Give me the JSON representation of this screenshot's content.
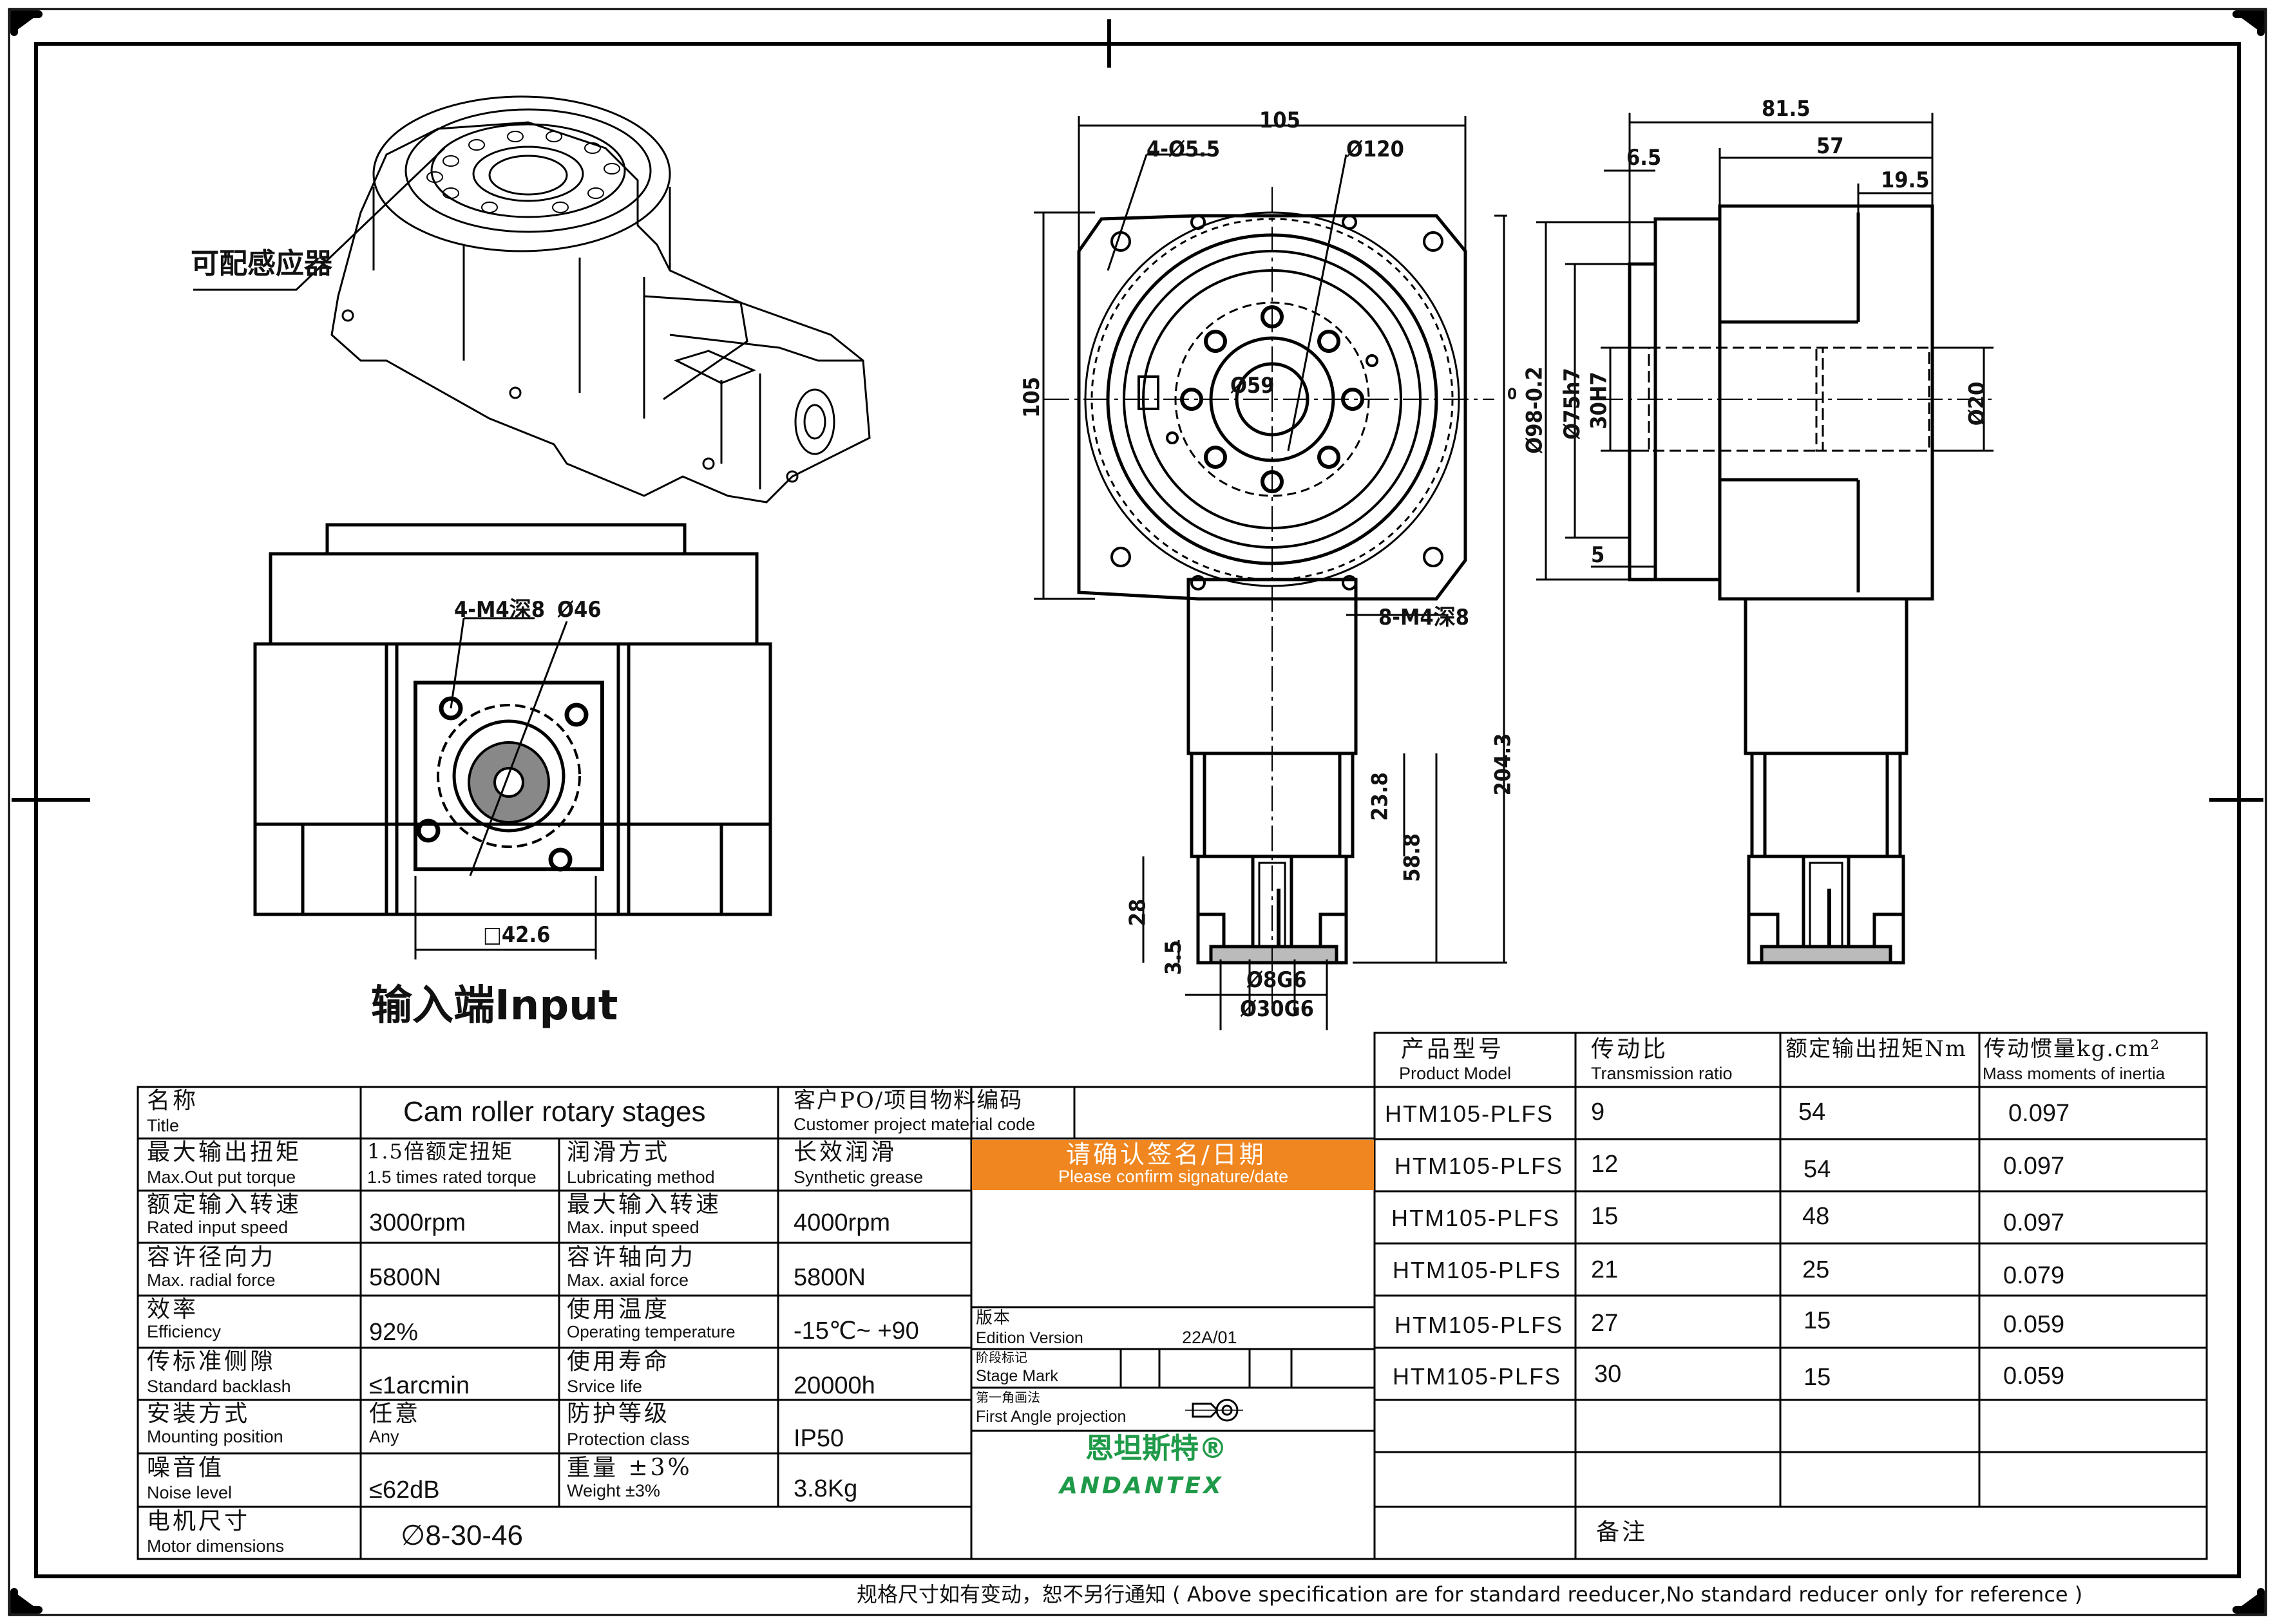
{
  "drawing": {
    "callout_sensor": "可配感应器",
    "input_caption": "输入端Input",
    "dims": {
      "d105_top": "105",
      "d4_5_5": "4-Ø5.5",
      "d120": "Ø120",
      "d105_left": "105",
      "d59": "Ø59",
      "d98": "Ø98-0.2",
      "d98_tol": "0",
      "d75": "Ø75h7",
      "d30h7": "30H7",
      "d81_5": "81.5",
      "d6_5": "6.5",
      "d57": "57",
      "d19_5": "19.5",
      "d20": "Ø20",
      "d5": "5",
      "d8m4": "8-M4深8",
      "d204_3": "204.3",
      "d23_8": "23.8",
      "d58_8": "58.8",
      "d28": "28",
      "d3_5": "3.5",
      "d8g6": "Ø8G6",
      "d30g6": "Ø30G6",
      "d4m4": "4-M4深8",
      "d46": "Ø46",
      "d42_6": "□42.6"
    }
  },
  "spec": {
    "title": {
      "zh": "名称",
      "en": "Title",
      "value": "Cam roller rotary stages"
    },
    "customer": {
      "zh": "客户PO/项目物料编码",
      "en": "Customer project material code"
    },
    "torque": {
      "zh": "最大输出扭矩",
      "en": "Max.Out put torque",
      "value_zh": "1.5倍额定扭矩",
      "value_en": "1.5 times rated torque"
    },
    "lubrication": {
      "zh": "润滑方式",
      "en": "Lubricating method",
      "value_zh": "长效润滑",
      "value_en": "Synthetic grease"
    },
    "confirm": {
      "zh": "请确认签名/日期",
      "en": "Please confirm signature/date",
      "color": "#f0861f"
    },
    "rated_speed": {
      "zh": "额定输入转速",
      "en": "Rated input speed",
      "value": "3000rpm"
    },
    "max_speed": {
      "zh": "最大输入转速",
      "en": "Max. input speed",
      "value": "4000rpm"
    },
    "radial": {
      "zh": "容许径向力",
      "en": "Max. radial force",
      "value": "5800N"
    },
    "axial": {
      "zh": "容许轴向力",
      "en": "Max. axial force",
      "value": "5800N"
    },
    "efficiency": {
      "zh": "效率",
      "en": "Efficiency",
      "value": "92%"
    },
    "temperature": {
      "zh": "使用温度",
      "en": "Operating temperature",
      "value": "-15℃~ +90"
    },
    "backlash": {
      "zh": "传标准侧隙",
      "en": "Standard backlash",
      "value": "≤1arcmin"
    },
    "life": {
      "zh": "使用寿命",
      "en": "Srvice life",
      "value": "20000h"
    },
    "mounting": {
      "zh": "安装方式",
      "en": "Mounting position",
      "value_zh": "任意",
      "value_en": "Any"
    },
    "protection": {
      "zh": "防护等级",
      "en": "Protection class",
      "value": "IP50"
    },
    "noise": {
      "zh": "噪音值",
      "en": "Noise level",
      "value": "≤62dB"
    },
    "weight": {
      "zh": "重量 ±3%",
      "en": "Weight ±3%",
      "value": "3.8Kg"
    },
    "motor": {
      "zh": "电机尺寸",
      "en": "Motor dimensions",
      "value": "∅8-30-46"
    },
    "edition": {
      "zh": "版本",
      "en": "Edition Version",
      "value": "22A/01"
    },
    "stage": {
      "zh": "阶段标记",
      "en": "Stage Mark"
    },
    "projection": {
      "zh": "第一角画法",
      "en": "First Angle projection"
    },
    "brand": {
      "zh": "恩坦斯特®",
      "en": "ANDANTEX",
      "color": "#1f9a48"
    },
    "remark": "备注"
  },
  "models": {
    "headers": [
      {
        "zh": "产品型号",
        "en": "Product Model"
      },
      {
        "zh": "传动比",
        "en": "Transmission ratio"
      },
      {
        "zh": "额定输出扭矩Nm",
        "en": ""
      },
      {
        "zh": "传动惯量kg.cm²",
        "en": "Mass moments of inertia"
      }
    ],
    "rows": [
      [
        "HTM105-PLFS",
        "9",
        "54",
        "0.097"
      ],
      [
        "HTM105-PLFS",
        "12",
        "54",
        "0.097"
      ],
      [
        "HTM105-PLFS",
        "15",
        "48",
        "0.097"
      ],
      [
        "HTM105-PLFS",
        "21",
        "25",
        "0.079"
      ],
      [
        "HTM105-PLFS",
        "27",
        "15",
        "0.059"
      ],
      [
        "HTM105-PLFS",
        "30",
        "15",
        "0.059"
      ]
    ]
  },
  "footer": "规格尺寸如有变动，恕不另行通知 ( Above specification are for standard reeducer,No standard reducer only for reference )"
}
